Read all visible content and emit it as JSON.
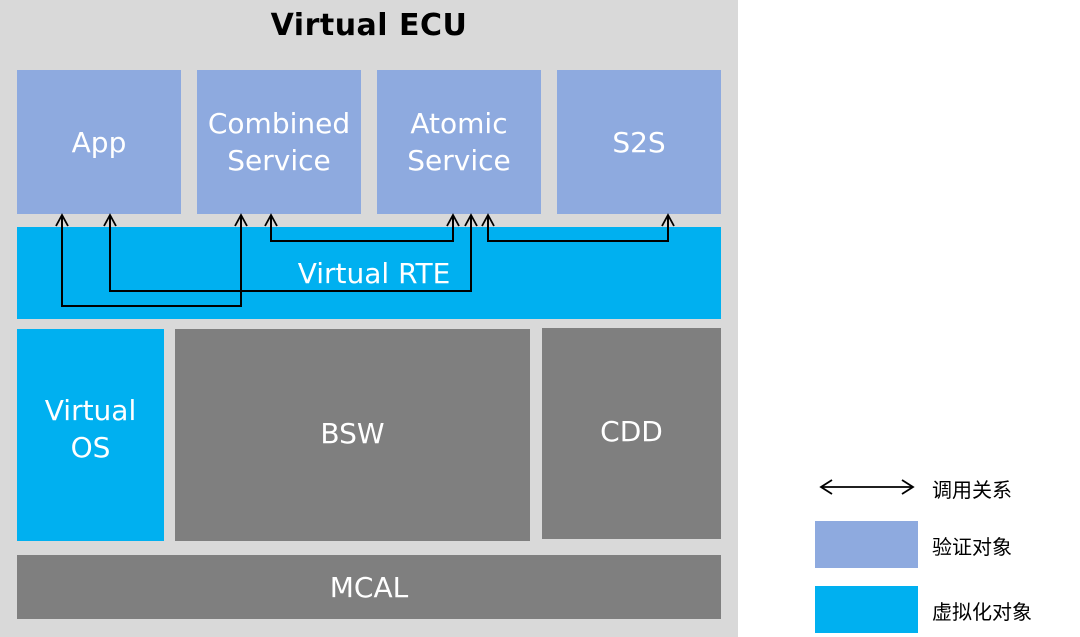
{
  "diagram": {
    "title": "Virtual ECU",
    "blocks": {
      "app": "App",
      "combined_service": [
        "Combined",
        "Service"
      ],
      "atomic_service": [
        "Atomic",
        "Service"
      ],
      "s2s": "S2S",
      "virtual_rte": "Virtual RTE",
      "virtual_os": [
        "Virtual",
        "OS"
      ],
      "bsw": "BSW",
      "cdd": "CDD",
      "mcal": "MCAL"
    },
    "calls": [
      {
        "from": "App",
        "to": "Combined Service"
      },
      {
        "from": "App",
        "to": "Atomic Service"
      },
      {
        "from": "Combined Service",
        "to": "Atomic Service"
      },
      {
        "from": "Atomic Service",
        "to": "S2S"
      }
    ],
    "colors": {
      "verification_object": "#8eaadf",
      "virtualization_object": "#00b0f0",
      "other_module": "#7f7f7f",
      "background": "#d9d9d9"
    }
  },
  "legend": {
    "call_relation": "调用关系",
    "verification_object": "验证对象",
    "virtualization_object": "虚拟化对象"
  }
}
